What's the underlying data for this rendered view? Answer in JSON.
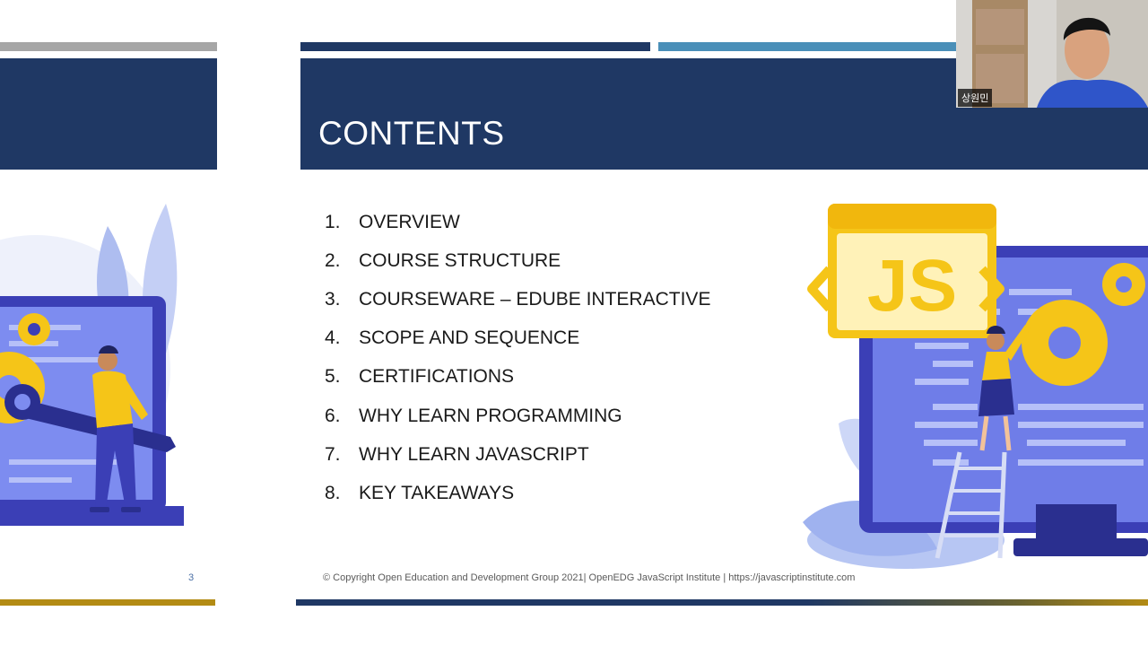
{
  "previous_slide": {
    "page_number": "3"
  },
  "slide": {
    "title": "CONTENTS",
    "items": [
      {
        "num": "1.",
        "label": "OVERVIEW"
      },
      {
        "num": "2.",
        "label": "COURSE STRUCTURE"
      },
      {
        "num": "3.",
        "label": "COURSEWARE – EDUBE INTERACTIVE"
      },
      {
        "num": "4.",
        "label": "SCOPE AND SEQUENCE"
      },
      {
        "num": "5.",
        "label": "CERTIFICATIONS"
      },
      {
        "num": "6.",
        "label": "WHY LEARN PROGRAMMING"
      },
      {
        "num": "7.",
        "label": "WHY LEARN JAVASCRIPT"
      },
      {
        "num": "8.",
        "label": "KEY TAKEAWAYS"
      }
    ],
    "js_badge_text": "JS",
    "footer": "© Copyright Open Education and Development Group 2021| OpenEDG JavaScript Institute | https://javascriptinstitute.com"
  },
  "webcam": {
    "participant_name": "상원민"
  },
  "colors": {
    "navy": "#1f3864",
    "accent_blue": "#4a8fb8",
    "gold": "#b38b14",
    "illustration_purple": "#3b3fb6",
    "illustration_yellow": "#f5c518"
  }
}
